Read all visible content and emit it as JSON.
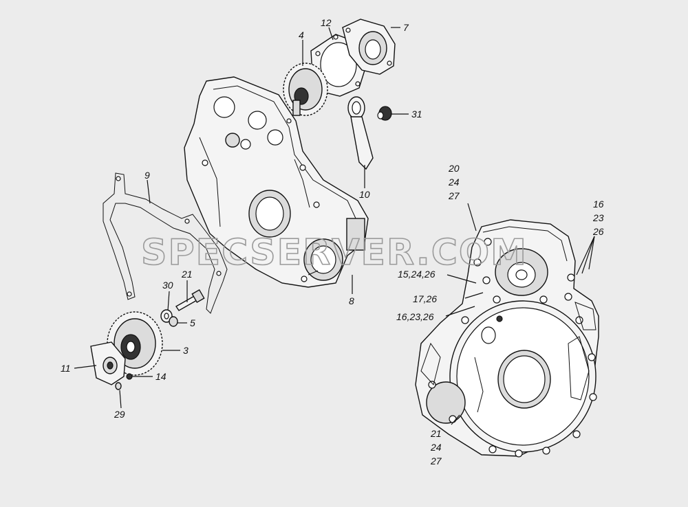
{
  "watermark": "SPECSERVER.COM",
  "callouts": [
    {
      "id": "c12",
      "text": "12"
    },
    {
      "id": "c7",
      "text": "7"
    },
    {
      "id": "c4",
      "text": "4"
    },
    {
      "id": "c31",
      "text": "31"
    },
    {
      "id": "c9",
      "text": "9"
    },
    {
      "id": "c10",
      "text": "10"
    },
    {
      "id": "c8",
      "text": "8"
    },
    {
      "id": "c21a",
      "text": "21"
    },
    {
      "id": "c30",
      "text": "30"
    },
    {
      "id": "c5",
      "text": "5"
    },
    {
      "id": "c3",
      "text": "3"
    },
    {
      "id": "c11",
      "text": "11"
    },
    {
      "id": "c14",
      "text": "14"
    },
    {
      "id": "c29",
      "text": "29"
    },
    {
      "id": "c20",
      "text": "20"
    },
    {
      "id": "c24a",
      "text": "24"
    },
    {
      "id": "c27a",
      "text": "27"
    },
    {
      "id": "c16",
      "text": "16"
    },
    {
      "id": "c23",
      "text": "23"
    },
    {
      "id": "c26",
      "text": "26"
    },
    {
      "id": "c152426",
      "text": "15,24,26"
    },
    {
      "id": "c1726",
      "text": "17,26"
    },
    {
      "id": "c162326",
      "text": "16,23,26"
    },
    {
      "id": "c21b",
      "text": "21"
    },
    {
      "id": "c24b",
      "text": "24"
    },
    {
      "id": "c27b",
      "text": "27"
    }
  ]
}
